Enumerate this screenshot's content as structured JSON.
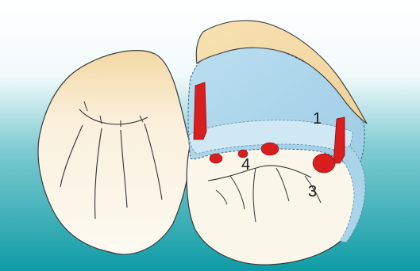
{
  "labels": {
    "label_1": "1",
    "label_3": "3",
    "label_4": "4"
  },
  "colors": {
    "background_top": "#ffffff",
    "background_bottom": "#0f9ca5",
    "tooth_fill": "#fbf5e8",
    "tooth_cusp_fill": "#f3dca8",
    "gingiva_fill": "#a9d4ea",
    "gingiva_edge": "#cfe8f4",
    "marking_red": "#d81e1e",
    "outline": "#3a3a3a"
  }
}
